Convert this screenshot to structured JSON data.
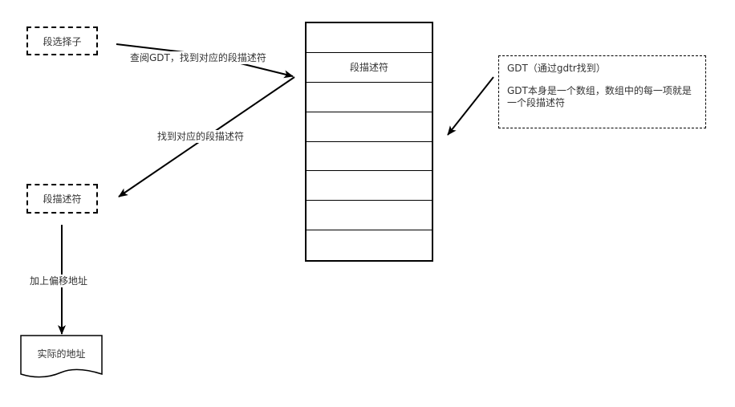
{
  "selector_box": {
    "label": "段选择子"
  },
  "descriptor_box": {
    "label": "段描述符"
  },
  "gdt_table": {
    "rows": [
      "",
      "段描述符",
      "",
      "",
      "",
      "",
      "",
      ""
    ]
  },
  "note": {
    "line1": "GDT（通过gdtr找到）",
    "line2": "GDT本身是一个数组，数组中的每一项就是一个段描述符"
  },
  "arrows": {
    "lookup_label": "查阅GDT，找到对应的段描述符",
    "found_label": "找到对应的段描述符",
    "offset_label": "加上偏移地址"
  },
  "result": {
    "label": "实际的地址"
  },
  "colors": {
    "stroke": "#000000",
    "text": "#333333"
  }
}
